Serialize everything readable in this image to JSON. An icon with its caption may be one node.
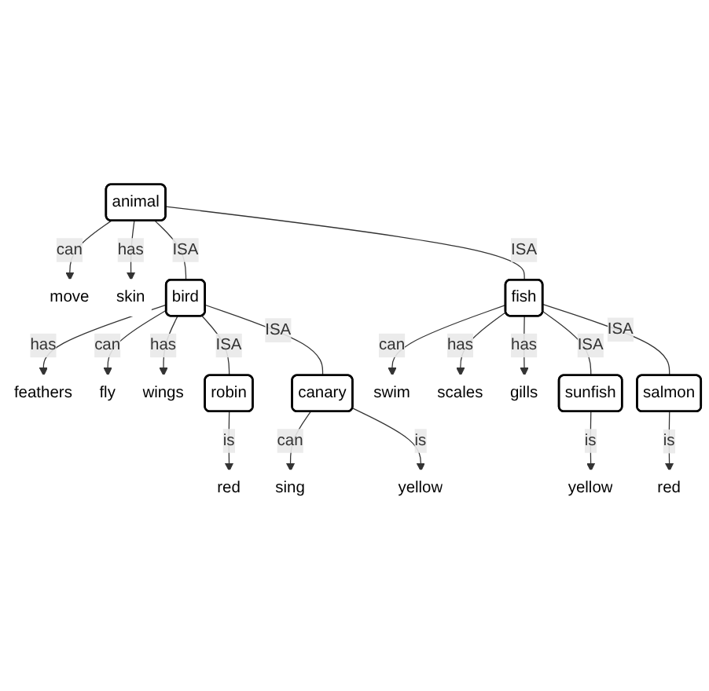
{
  "diagram": {
    "nodes": [
      {
        "text": [
          "animal"
        ]
      },
      {
        "text": [
          "move"
        ]
      },
      {
        "text": [
          "skin"
        ]
      },
      {
        "text": [
          "feathers"
        ]
      },
      {
        "text": [
          "bird"
        ]
      },
      {
        "text": [
          "fly"
        ]
      },
      {
        "text": [
          "wings"
        ]
      },
      {
        "text": [
          "swim"
        ]
      },
      {
        "text": [
          "scales"
        ]
      },
      {
        "text": [
          "fish"
        ]
      },
      {
        "text": [
          "gills"
        ]
      },
      {
        "text": [
          "robin"
        ]
      },
      {
        "text": [
          "canary"
        ]
      },
      {
        "text": [
          "sunfish"
        ]
      },
      {
        "text": [
          "salmon"
        ]
      },
      {
        "text": [
          "red"
        ]
      },
      {
        "text": [
          "sing"
        ]
      },
      {
        "text": [
          "yellow"
        ]
      },
      {
        "text": [
          "yellow"
        ]
      },
      {
        "text": [
          "red"
        ]
      }
    ],
    "edges": [
      {
        "from": 0,
        "to": 1,
        "arrow": "to",
        "label": "can"
      },
      {
        "from": 0,
        "to": 2,
        "arrow": "to",
        "label": "has"
      },
      {
        "from": 0,
        "to": 4,
        "arrow": "none",
        "label": "ISA"
      },
      {
        "from": 0,
        "to": 9,
        "arrow": "none",
        "label": "ISA"
      },
      {
        "from": 4,
        "to": 3,
        "arrow": "to",
        "label": "has"
      },
      {
        "from": 4,
        "to": 5,
        "arrow": "to",
        "label": "can"
      },
      {
        "from": 4,
        "to": 6,
        "arrow": "to",
        "label": "has"
      },
      {
        "from": 9,
        "to": 7,
        "arrow": "to",
        "label": "can"
      },
      {
        "from": 9,
        "to": 8,
        "arrow": "to",
        "label": "has"
      },
      {
        "from": 9,
        "to": 10,
        "arrow": "to",
        "label": "has"
      },
      {
        "from": 4,
        "to": 11,
        "arrow": "none",
        "label": "ISA"
      },
      {
        "from": 4,
        "to": 12,
        "arrow": "none",
        "label": "ISA"
      },
      {
        "from": 9,
        "to": 13,
        "arrow": "none",
        "label": "ISA"
      },
      {
        "from": 9,
        "to": 14,
        "arrow": "none",
        "label": "ISA"
      },
      {
        "from": 11,
        "to": 15,
        "arrow": "to",
        "label": "is"
      },
      {
        "from": 12,
        "to": 16,
        "arrow": "to",
        "label": "can"
      },
      {
        "from": 12,
        "to": 17,
        "arrow": "to",
        "label": "is"
      },
      {
        "from": 13,
        "to": 18,
        "arrow": "to",
        "label": "is"
      },
      {
        "from": 14,
        "to": 19,
        "arrow": "to",
        "label": "is"
      }
    ]
  }
}
